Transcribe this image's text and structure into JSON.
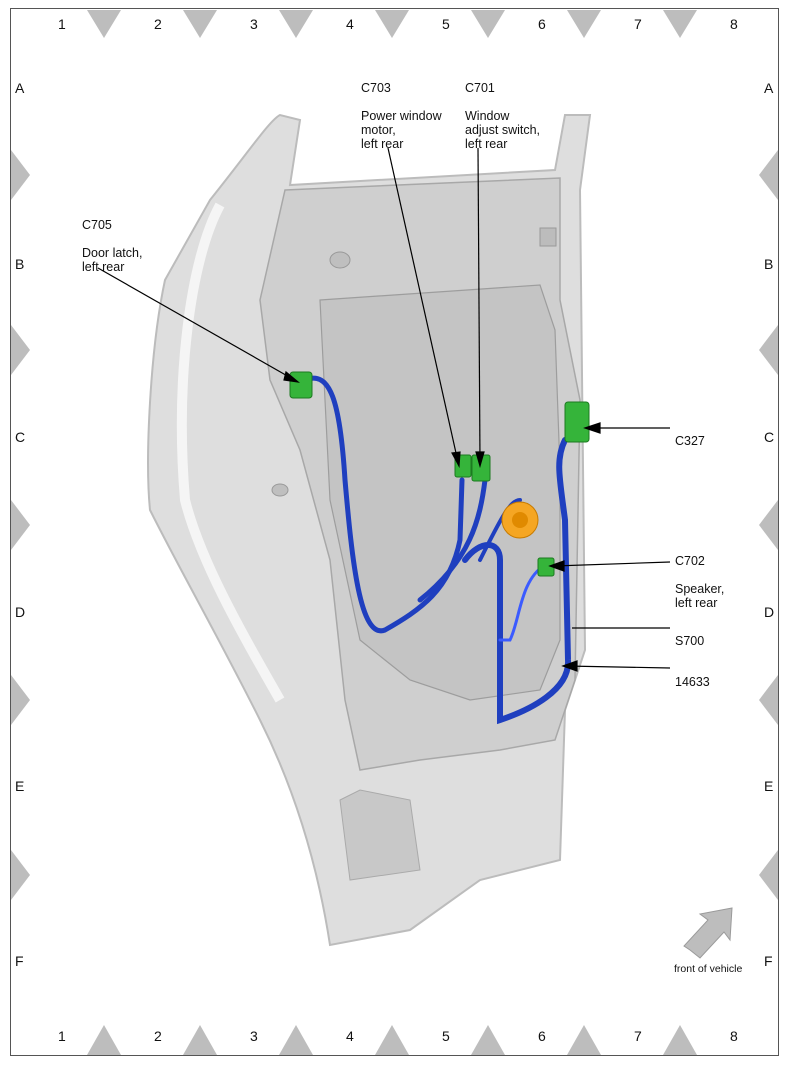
{
  "grid": {
    "columns": [
      "1",
      "2",
      "3",
      "4",
      "5",
      "6",
      "7",
      "8"
    ],
    "rows": [
      "A",
      "B",
      "C",
      "D",
      "E",
      "F"
    ]
  },
  "callouts": {
    "c705": {
      "id": "C705",
      "desc": "Door latch,\nleft rear"
    },
    "c703": {
      "id": "C703",
      "desc": "Power window\nmotor,\nleft rear"
    },
    "c701": {
      "id": "C701",
      "desc": "Window\nadjust switch,\nleft rear"
    },
    "c327": {
      "id": "C327"
    },
    "c702": {
      "id": "C702",
      "desc": "Speaker,\nleft rear"
    },
    "s700": {
      "id": "S700"
    },
    "n14633": {
      "id": "14633"
    }
  },
  "orientation": {
    "label": "front of vehicle"
  },
  "colors": {
    "panel": "#d9d9d9",
    "panel_edge": "#f2f2f2",
    "harness": "#1f3fbf",
    "connector": "#35b43a",
    "speaker": "#f5a623",
    "triangle": "#bdbdbd"
  }
}
